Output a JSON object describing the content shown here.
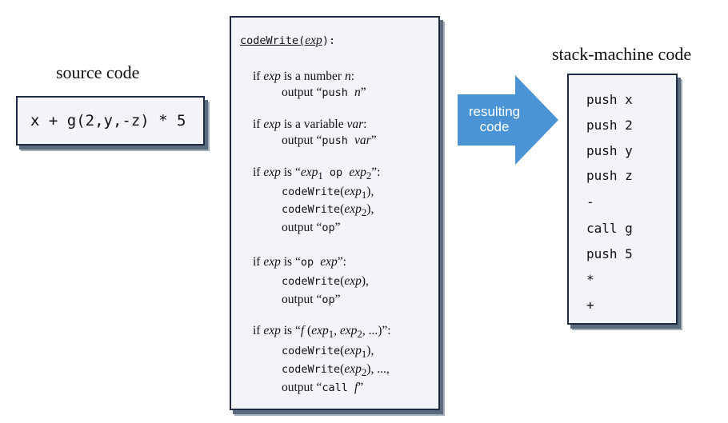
{
  "source": {
    "heading": "source code",
    "expression": "x + g(2,y,-z) * 5"
  },
  "algorithm": {
    "title_fn": "codeWrite",
    "title_arg": "exp",
    "title_close": "):",
    "cases": {
      "number": {
        "if": "if",
        "exp": "exp",
        "cond": " is a number ",
        "n": "n",
        "colon": ":",
        "output": "output “",
        "push": "push ",
        "n2": "n",
        "end": "”"
      },
      "variable": {
        "if": "if",
        "exp": "exp",
        "cond": " is a variable ",
        "var": "var",
        "colon": ":",
        "output": "output “",
        "push": "push ",
        "var2": "var",
        "end": "”"
      },
      "binary": {
        "if": "if",
        "exp": "exp",
        "is": " is “",
        "exp1": "exp",
        "sub1": "1",
        "op": " op ",
        "exp2": "exp",
        "sub2": "2",
        "end": "”:",
        "call1_fn": "codeWrite",
        "call1_open": "(",
        "call1_exp": "exp",
        "call1_sub": "1",
        "call1_close": "),",
        "call2_fn": "codeWrite",
        "call2_open": "(",
        "call2_exp": "exp",
        "call2_sub": "2",
        "call2_close": "),",
        "output": "output “",
        "op_out": "op",
        "out_end": "”"
      },
      "unary": {
        "if": "if",
        "exp": "exp",
        "is": " is “",
        "op": "op ",
        "exp1": "exp",
        "end": "”:",
        "call_fn": "codeWrite",
        "call_open": "(",
        "call_exp": "exp",
        "call_close": "),",
        "output": "output “",
        "op_out": "op",
        "out_end": "”"
      },
      "function": {
        "if": "if",
        "exp": "exp",
        "is": " is “",
        "f": "f",
        "open": " (",
        "exp1": "exp",
        "sub1": "1",
        "comma": ", ",
        "exp2": "exp",
        "sub2": "2",
        "rest": ", ...)”:",
        "call1_fn": "codeWrite",
        "call1_open": "(",
        "call1_exp": "exp",
        "call1_sub": "1",
        "call1_close": "),",
        "call2_fn": "codeWrite",
        "call2_open": "(",
        "call2_exp": "exp",
        "call2_sub": "2",
        "call2_close": "), ...,",
        "output": "output “",
        "call": "call ",
        "f_out": "f",
        "out_end": "”"
      }
    }
  },
  "arrow": {
    "line1": "resulting",
    "line2": "code",
    "color": "#4a93d4"
  },
  "stack": {
    "heading": "stack-machine code",
    "lines": [
      "push x",
      "push 2",
      "push y",
      "push z",
      "-",
      "call g",
      "push 5",
      "*",
      "+"
    ]
  }
}
